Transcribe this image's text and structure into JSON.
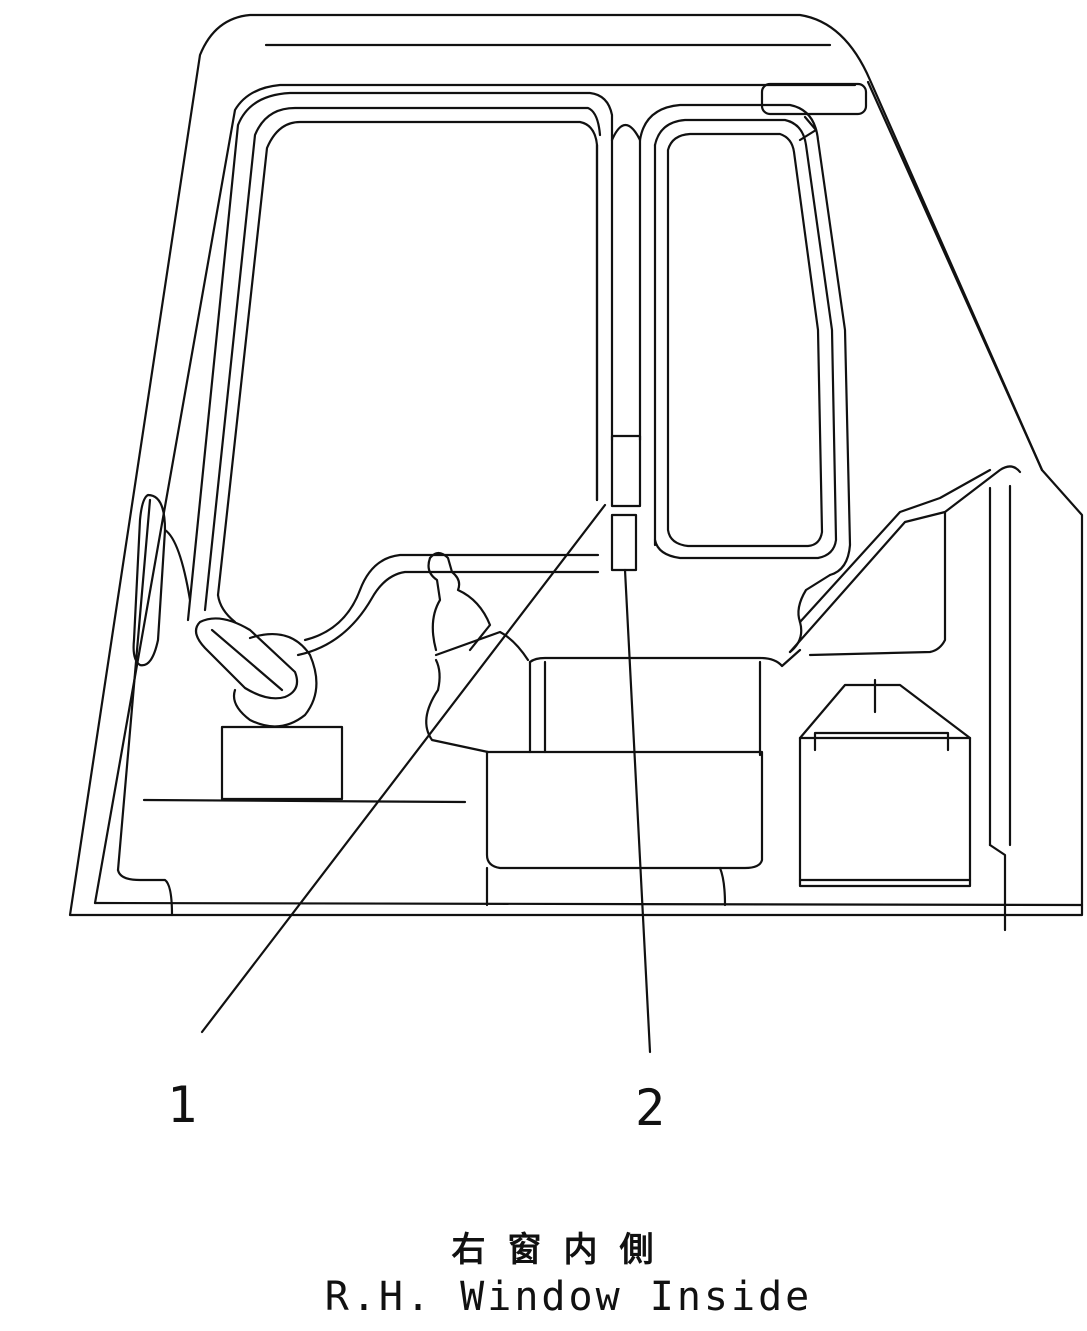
{
  "callouts": [
    {
      "number": "1"
    },
    {
      "number": "2"
    }
  ],
  "caption": {
    "chinese": "右窗内側",
    "english": "R.H. Window Inside"
  },
  "colors": {
    "line": "#111111",
    "background": "#ffffff"
  }
}
